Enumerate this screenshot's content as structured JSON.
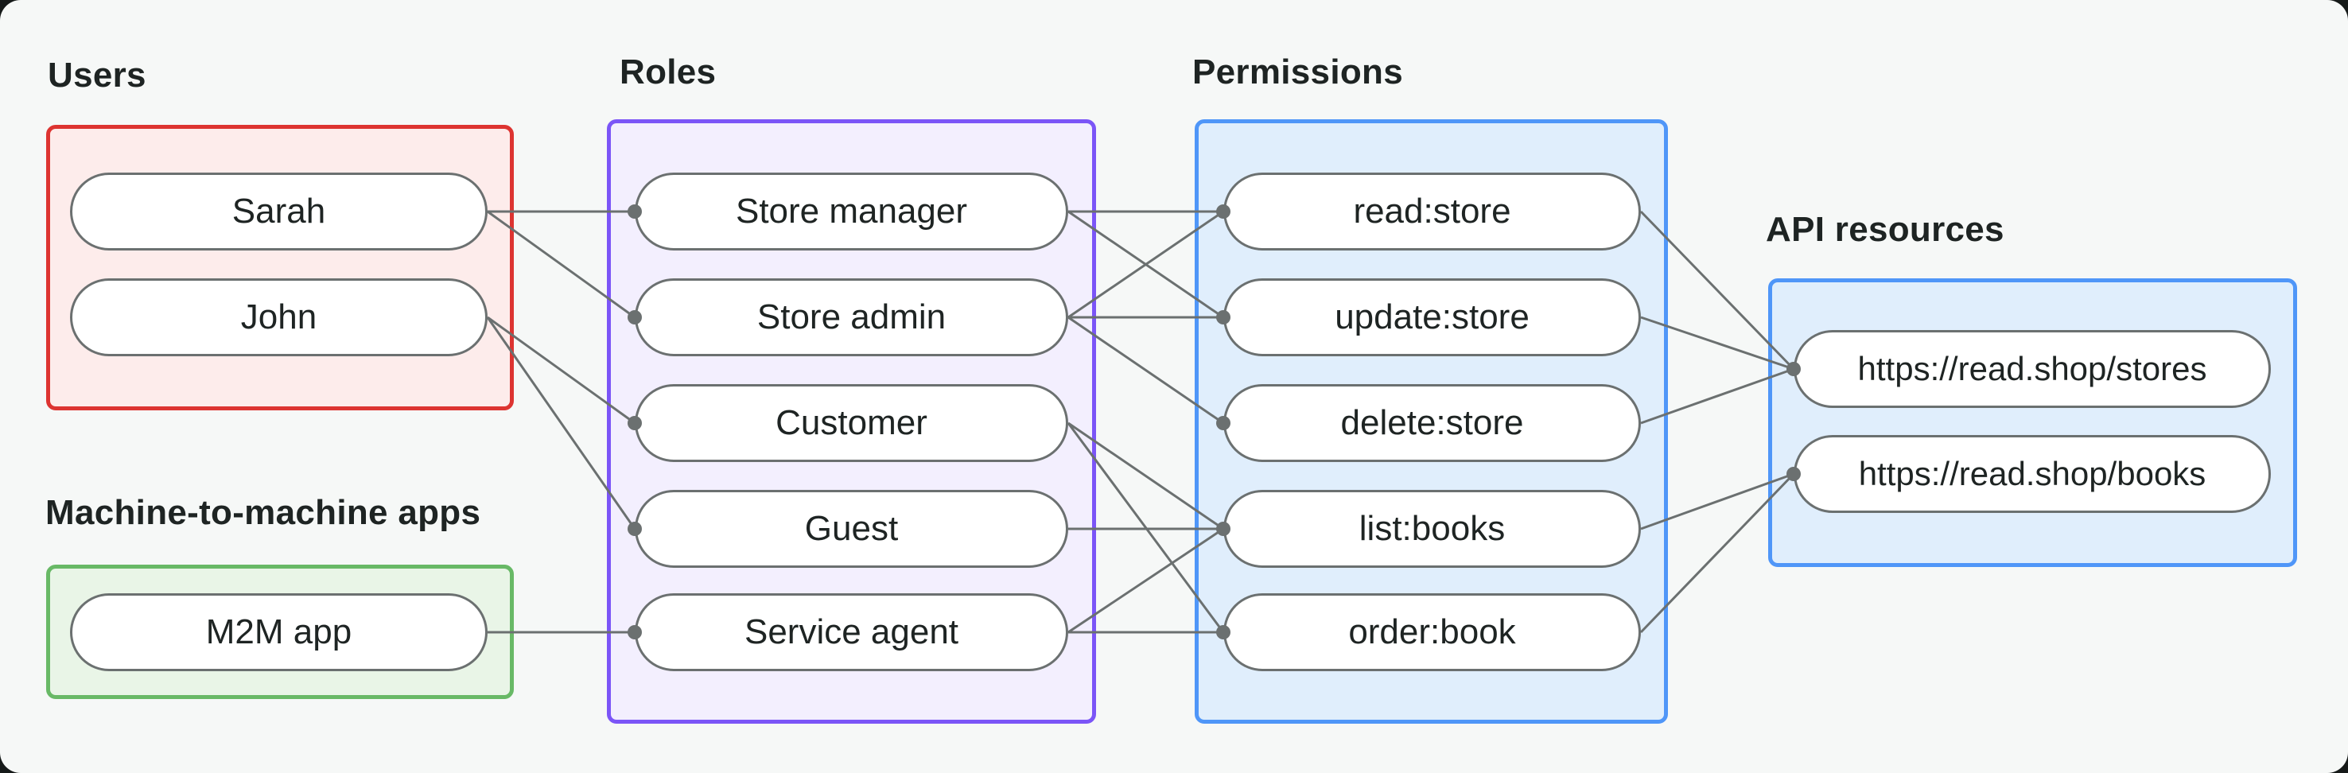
{
  "colors": {
    "background": "#f6f8f7",
    "users_accent": "#dd3431",
    "m2m_accent": "#68b966",
    "roles_accent": "#7b55f7",
    "permissions_accent": "#4f96f8",
    "api_accent": "#4f96f8",
    "connector": "#6b7070",
    "text": "#1e2423"
  },
  "groups": [
    {
      "id": "users",
      "label": "Users",
      "items": [
        {
          "id": "sarah",
          "label": "Sarah"
        },
        {
          "id": "john",
          "label": "John"
        }
      ]
    },
    {
      "id": "m2m",
      "label": "Machine-to-machine apps",
      "items": [
        {
          "id": "m2m-app",
          "label": "M2M app"
        }
      ]
    },
    {
      "id": "roles",
      "label": "Roles",
      "items": [
        {
          "id": "store-manager",
          "label": "Store manager"
        },
        {
          "id": "store-admin",
          "label": "Store admin"
        },
        {
          "id": "customer",
          "label": "Customer"
        },
        {
          "id": "guest",
          "label": "Guest"
        },
        {
          "id": "service-agent",
          "label": "Service agent"
        }
      ]
    },
    {
      "id": "permissions",
      "label": "Permissions",
      "items": [
        {
          "id": "read-store",
          "label": "read:store"
        },
        {
          "id": "update-store",
          "label": "update:store"
        },
        {
          "id": "delete-store",
          "label": "delete:store"
        },
        {
          "id": "list-books",
          "label": "list:books"
        },
        {
          "id": "order-book",
          "label": "order:book"
        }
      ]
    },
    {
      "id": "api",
      "label": "API resources",
      "items": [
        {
          "id": "api-stores",
          "label": "https://read.shop/stores"
        },
        {
          "id": "api-books",
          "label": "https://read.shop/books"
        }
      ]
    }
  ],
  "edges": [
    {
      "from": "sarah",
      "to": "store-manager"
    },
    {
      "from": "sarah",
      "to": "store-admin"
    },
    {
      "from": "john",
      "to": "customer"
    },
    {
      "from": "john",
      "to": "guest"
    },
    {
      "from": "m2m-app",
      "to": "service-agent"
    },
    {
      "from": "store-manager",
      "to": "read-store"
    },
    {
      "from": "store-manager",
      "to": "update-store"
    },
    {
      "from": "store-admin",
      "to": "read-store"
    },
    {
      "from": "store-admin",
      "to": "update-store"
    },
    {
      "from": "store-admin",
      "to": "delete-store"
    },
    {
      "from": "customer",
      "to": "list-books"
    },
    {
      "from": "customer",
      "to": "order-book"
    },
    {
      "from": "guest",
      "to": "list-books"
    },
    {
      "from": "service-agent",
      "to": "list-books"
    },
    {
      "from": "service-agent",
      "to": "order-book"
    },
    {
      "from": "read-store",
      "to": "api-stores"
    },
    {
      "from": "update-store",
      "to": "api-stores"
    },
    {
      "from": "delete-store",
      "to": "api-stores"
    },
    {
      "from": "list-books",
      "to": "api-books"
    },
    {
      "from": "order-book",
      "to": "api-books"
    }
  ]
}
